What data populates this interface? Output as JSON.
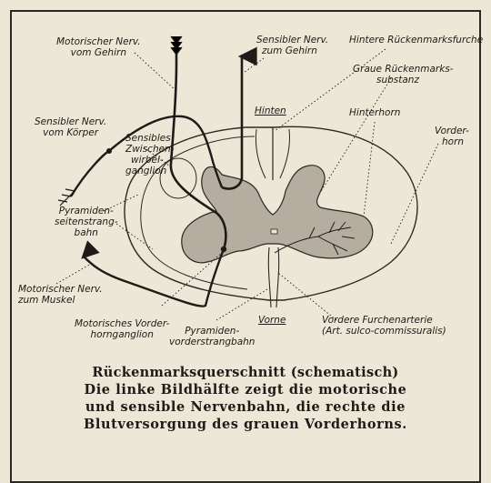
{
  "labels": {
    "motor_nerve_brain": [
      "Motorischer Nerv.",
      "vom Gehirn"
    ],
    "sensory_nerve_brain": [
      "Sensibler Nerv.",
      "zum Gehirn"
    ],
    "posterior_sulcus": [
      "Hintere Rückenmarksfurche"
    ],
    "gray_matter": [
      "Graue Rückenmarks-",
      "substanz"
    ],
    "posterior": [
      "Hinten"
    ],
    "posterior_horn": [
      "Hinterhorn"
    ],
    "anterior_horn": [
      "Vorder-",
      "horn"
    ],
    "sensory_nerve_body": [
      "Sensibler Nerv.",
      "vom Körper"
    ],
    "sensory_ganglion": [
      "Sensibles",
      "Zwischen-",
      "wirbel-",
      "ganglion"
    ],
    "pyramidal_lateral": [
      "Pyramiden-",
      "seitenstrang-",
      "bahn"
    ],
    "motor_nerve_muscle": [
      "Motorischer Nerv.",
      "zum Muskel"
    ],
    "motor_horn_ganglion": [
      "Motorisches Vorder-",
      "hornganglion"
    ],
    "pyramidal_anterior": [
      "Pyramiden-",
      "vorderstrangbahn"
    ],
    "anterior": [
      "Vorne"
    ],
    "anterior_artery": [
      "Vordere Furchenarterie",
      "(Art. sulco-commissuralis)"
    ]
  },
  "caption": {
    "title": "Rückenmarksquerschnitt (schematisch)",
    "lines": [
      "Die linke Bildhälfte zeigt die motorische",
      "und sensible Nervenbahn, die rechte die",
      "Blutversorgung des grauen Vorderhorns."
    ]
  }
}
